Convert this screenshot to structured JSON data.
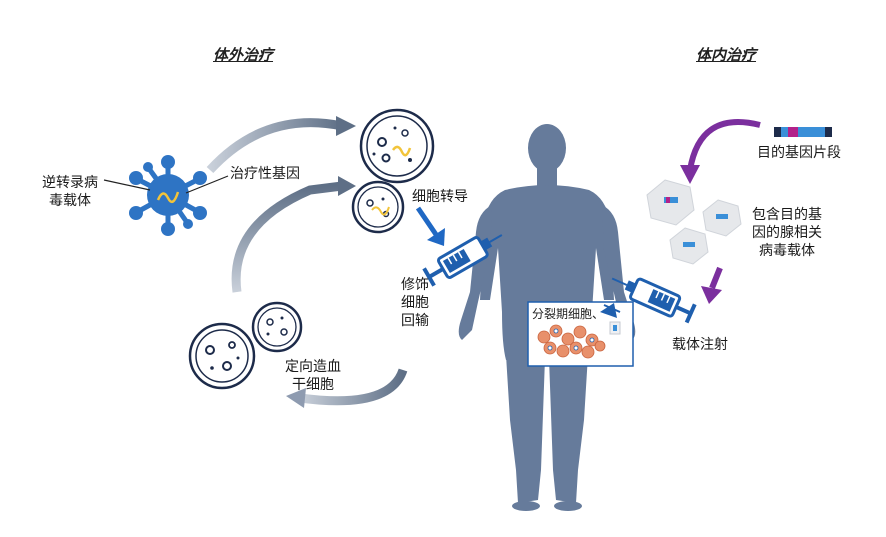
{
  "headings": {
    "ex_vivo": "体外治疗",
    "in_vivo": "体内治疗"
  },
  "labels": {
    "retrovirus_line1": "逆转录病",
    "retrovirus_line2": "毒载体",
    "therapeutic_gene": "治疗性基因",
    "transduction": "细胞转导",
    "reinfuse_1": "修饰",
    "reinfuse_2": "细胞",
    "reinfuse_3": "回输",
    "stem_cells_1": "定向造血",
    "stem_cells_2": "干细胞",
    "gene_fragment": "目的基因片段",
    "aav_1": "包含目的基",
    "aav_2": "因的腺相关",
    "aav_3": "病毒载体",
    "injection": "载体注射",
    "dividing_cells": "分裂期细胞、"
  },
  "colors": {
    "body": "#667b9b",
    "virus": "#2e74c4",
    "arrow_gray": "#6b7a8f",
    "syringe": "#1f5fae",
    "purple": "#7b2f9e",
    "transduction_arrow": "#1f68c4",
    "dish_ring": "#1d2b4a",
    "cell_orange": "#e8906b",
    "gene_bar": "#3a8fd8",
    "gene_accent": "#b2218a"
  }
}
